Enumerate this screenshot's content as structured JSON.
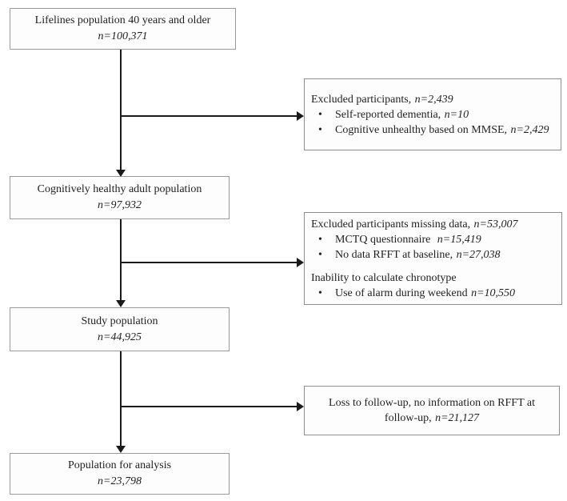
{
  "diagram": {
    "bullet_char": "•",
    "colors": {
      "arrow": "#1a1a1a",
      "box_border": "#9a9a9a",
      "text": "#1f1f1f",
      "background": "#ffffff"
    },
    "main_boxes": [
      {
        "label": "Lifelines population 40 years and older",
        "n": "n=100,371"
      },
      {
        "label": "Cognitively healthy adult population",
        "n": "n=97,932"
      },
      {
        "label": "Study population",
        "n": "n=44,925"
      },
      {
        "label": "Population for analysis",
        "n": "n=23,798"
      }
    ],
    "exclusion_boxes": [
      {
        "header": "Excluded participants,",
        "header_n": "n=2,439",
        "bullets": [
          {
            "text": "Self-reported dementia,",
            "n": "n=10"
          },
          {
            "text": "Cognitive unhealthy based on MMSE,",
            "n": "n=2,429"
          }
        ]
      },
      {
        "header": "Excluded participants missing data,",
        "header_n": "n=53,007",
        "bullets": [
          {
            "text": "MCTQ questionnaire",
            "n": "n=15,419"
          },
          {
            "text": "No data RFFT at baseline,",
            "n": "n=27,038"
          }
        ],
        "subheader": "Inability to calculate chronotype",
        "subbullets": [
          {
            "text": "Use of alarm during weekend",
            "n": "n=10,550"
          }
        ]
      },
      {
        "line1": "Loss to follow-up, no information on RFFT at",
        "line2": "follow-up,",
        "line2_n": "n=21,127"
      }
    ]
  }
}
